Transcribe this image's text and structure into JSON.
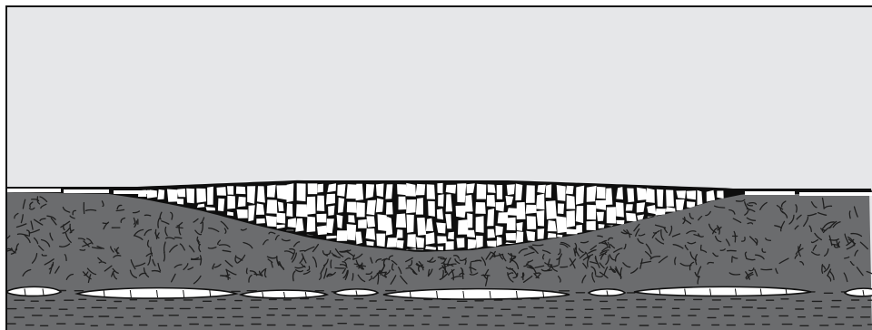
{
  "figure": {
    "kind": "geologic cross-section illustration",
    "labels": []
  },
  "colors": {
    "sky": "#e6e7e9",
    "ground": "#6b6c6e",
    "outline": "#111111",
    "fill_black": "#0e0e0e",
    "fragment_white": "#ffffff",
    "texture_dark": "#1f1f1f"
  },
  "layers": [
    {
      "id": "air",
      "visible_text": ""
    },
    {
      "id": "cracked-surface-crust",
      "visible_text": ""
    },
    {
      "id": "mottled-subsoil",
      "visible_text": ""
    },
    {
      "id": "white-lenses",
      "visible_text": ""
    },
    {
      "id": "dashed-bedded-base",
      "visible_text": ""
    }
  ]
}
